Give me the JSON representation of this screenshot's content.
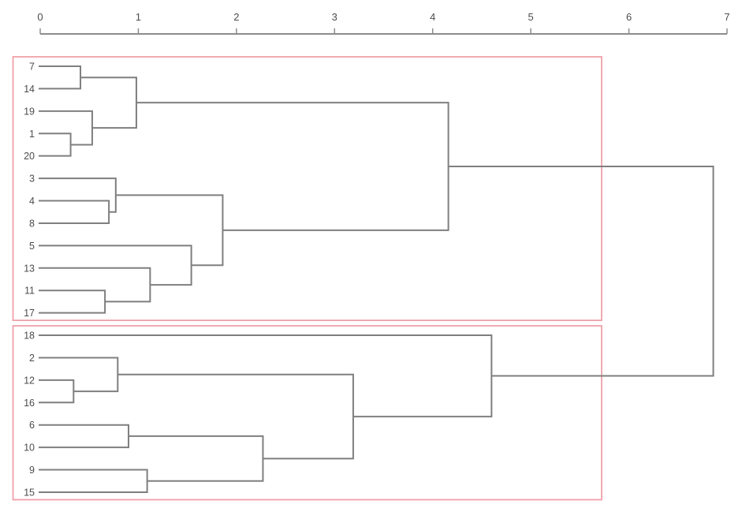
{
  "chart_data": {
    "type": "dendrogram",
    "orientation": "horizontal",
    "title": "",
    "axis": {
      "position": "top",
      "min": 0,
      "max": 7,
      "ticks": [
        0,
        1,
        2,
        3,
        4,
        5,
        6,
        7
      ],
      "tick_labels": [
        "0",
        "1",
        "2",
        "3",
        "4",
        "5",
        "6",
        "7"
      ]
    },
    "leaves": [
      "7",
      "14",
      "19",
      "1",
      "20",
      "3",
      "4",
      "8",
      "5",
      "13",
      "11",
      "17",
      "18",
      "2",
      "12",
      "16",
      "6",
      "10",
      "9",
      "15"
    ],
    "merges": [
      {
        "id": "M0",
        "children": [
          "L0",
          "L1"
        ],
        "distance": 0.41
      },
      {
        "id": "M1",
        "children": [
          "L3",
          "L4"
        ],
        "distance": 0.31
      },
      {
        "id": "M2",
        "children": [
          "L2",
          "M1"
        ],
        "distance": 0.53
      },
      {
        "id": "M3",
        "children": [
          "M0",
          "M2"
        ],
        "distance": 0.98
      },
      {
        "id": "M4",
        "children": [
          "L6",
          "L7"
        ],
        "distance": 0.7
      },
      {
        "id": "M5",
        "children": [
          "L5",
          "M4"
        ],
        "distance": 0.77
      },
      {
        "id": "M6",
        "children": [
          "L10",
          "L11"
        ],
        "distance": 0.66
      },
      {
        "id": "M7",
        "children": [
          "L9",
          "M6"
        ],
        "distance": 1.12
      },
      {
        "id": "M8",
        "children": [
          "L8",
          "M7"
        ],
        "distance": 1.54
      },
      {
        "id": "M9",
        "children": [
          "M5",
          "M8"
        ],
        "distance": 1.86
      },
      {
        "id": "M10",
        "children": [
          "M3",
          "M9"
        ],
        "distance": 4.16
      },
      {
        "id": "M11",
        "children": [
          "L14",
          "L15"
        ],
        "distance": 0.34
      },
      {
        "id": "M12",
        "children": [
          "L13",
          "M11"
        ],
        "distance": 0.79
      },
      {
        "id": "M13",
        "children": [
          "L16",
          "L17"
        ],
        "distance": 0.9
      },
      {
        "id": "M14",
        "children": [
          "L18",
          "L19"
        ],
        "distance": 1.09
      },
      {
        "id": "M15",
        "children": [
          "M13",
          "M14"
        ],
        "distance": 2.27
      },
      {
        "id": "M16",
        "children": [
          "M12",
          "M15"
        ],
        "distance": 3.19
      },
      {
        "id": "M17",
        "children": [
          "L12",
          "M16"
        ],
        "distance": 4.6
      },
      {
        "id": "M18",
        "children": [
          "M10",
          "M17"
        ],
        "distance": 6.86
      }
    ],
    "cluster_boxes": [
      {
        "name": "cluster-box-1",
        "leaf_range": [
          0,
          11
        ],
        "color": "#f0a0aa"
      },
      {
        "name": "cluster-box-2",
        "leaf_range": [
          12,
          19
        ],
        "color": "#f0a0aa"
      }
    ],
    "colors": {
      "link": "#7f7f7f",
      "axis": "#8c8c8c",
      "label": "#4d4d4d",
      "cluster_box": "#f0a0aa",
      "background": "#ffffff"
    },
    "legend": null,
    "grid": false
  }
}
